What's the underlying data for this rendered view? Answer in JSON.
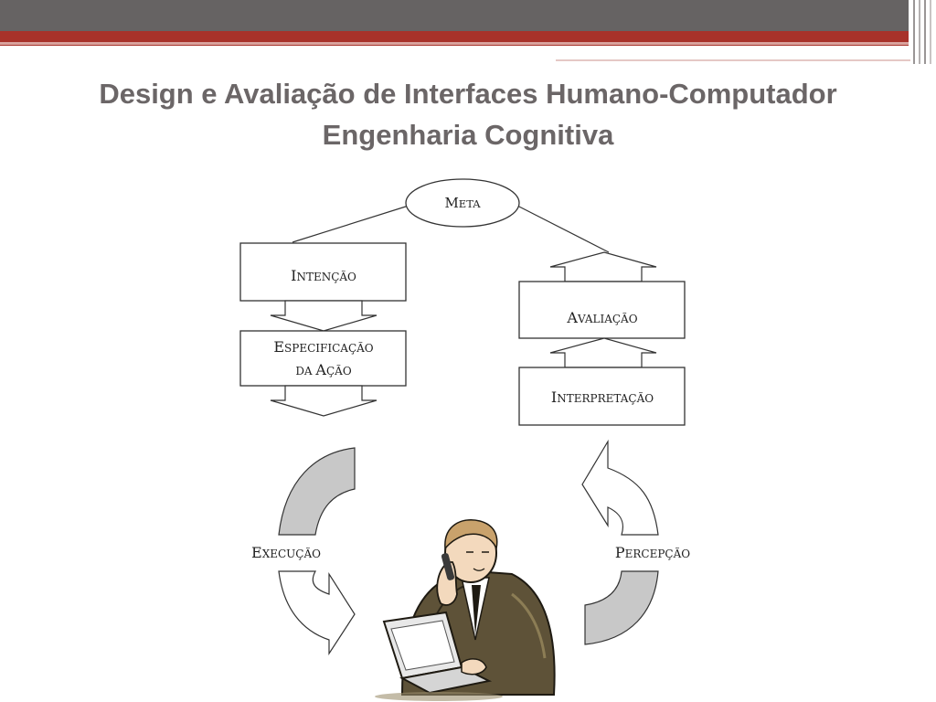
{
  "slide": {
    "title_line1": "Design e Avaliação de Interfaces Humano-Computador",
    "title_line2": "Engenharia Cognitiva"
  },
  "diagram": {
    "meta": {
      "cap": "M",
      "rest": "ETA"
    },
    "intencao": {
      "cap": "I",
      "rest": "NTENÇÃO"
    },
    "especificacao_line1": {
      "cap": "E",
      "rest": "SPECIFICAÇÃO"
    },
    "especificacao_line2": {
      "pre": "DA ",
      "cap": "A",
      "rest": "ÇÃO"
    },
    "avaliacao": {
      "cap": "A",
      "rest": "VALIAÇÃO"
    },
    "interpretacao": {
      "cap": "I",
      "rest": "NTERPRETAÇÃO"
    },
    "execucao": {
      "cap": "E",
      "rest": "XECUÇÃO"
    },
    "percepcao": {
      "cap": "P",
      "rest": "ERCEPÇÃO"
    }
  },
  "colors": {
    "header_gray": "#666363",
    "accent_red": "#a8322a",
    "title_gray": "#6b6667",
    "arrow_fill": "#c8c8c8"
  },
  "icons": {
    "person": "businessman-on-phone-with-laptop-clipart"
  }
}
